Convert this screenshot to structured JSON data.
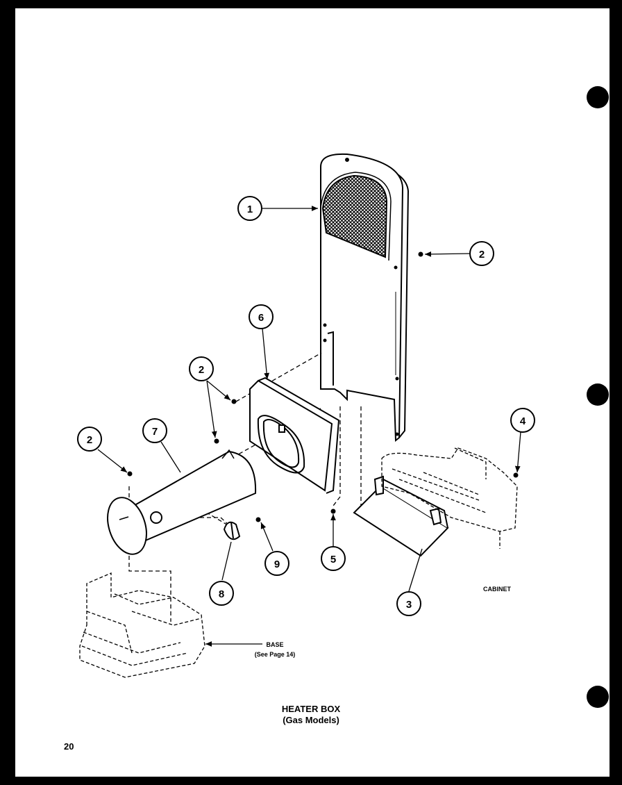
{
  "title": {
    "line1": "HEATER BOX",
    "line2": "(Gas Models)"
  },
  "page_number": "20",
  "reference_labels": {
    "base": "BASE",
    "base_note": "(See Page 14)",
    "cabinet": "CABINET"
  },
  "callouts": [
    {
      "id": "c1",
      "label": "1"
    },
    {
      "id": "c2a",
      "label": "2"
    },
    {
      "id": "c2b",
      "label": "2"
    },
    {
      "id": "c2c",
      "label": "2"
    },
    {
      "id": "c3",
      "label": "3"
    },
    {
      "id": "c4",
      "label": "4"
    },
    {
      "id": "c5",
      "label": "5"
    },
    {
      "id": "c6",
      "label": "6"
    },
    {
      "id": "c7",
      "label": "7"
    },
    {
      "id": "c8",
      "label": "8"
    },
    {
      "id": "c9",
      "label": "9"
    }
  ]
}
